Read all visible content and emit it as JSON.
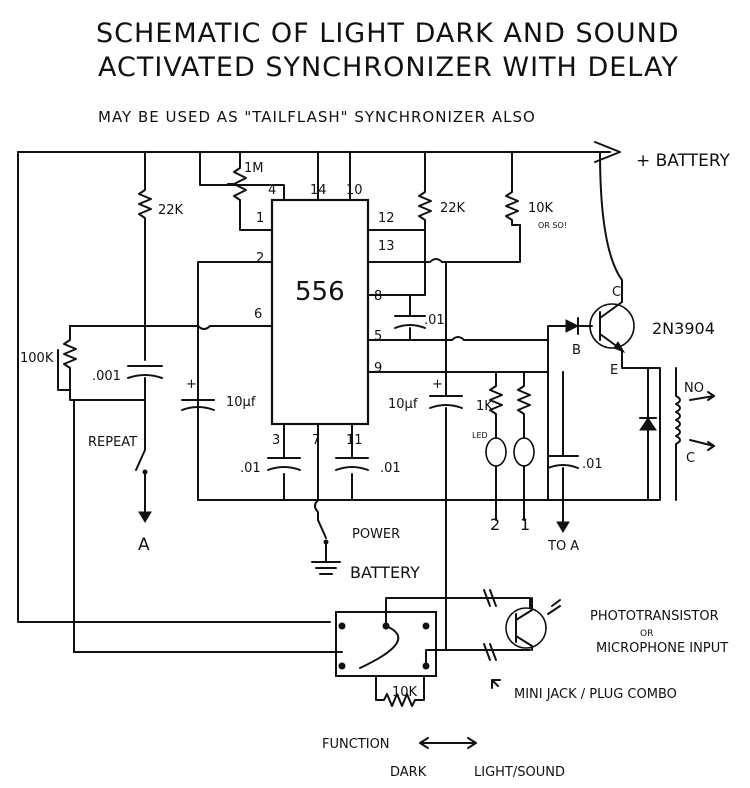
{
  "title": {
    "line1": "SCHEMATIC OF LIGHT DARK AND SOUND",
    "line2": "ACTIVATED SYNCHRONIZER WITH DELAY",
    "subtitle": "MAY BE USED AS \"TAILFLASH\" SYNCHRONIZER ALSO"
  },
  "ic": {
    "name": "556",
    "pins": {
      "p4": "4",
      "p14": "14",
      "p10": "10",
      "p1": "1",
      "p12": "12",
      "p2": "2",
      "p13": "13",
      "p6": "6",
      "p8": "8",
      "p5": "5",
      "p9": "9",
      "p3": "3",
      "p7": "7",
      "p11": "11"
    }
  },
  "components": {
    "r_1m": "1M",
    "r_22k_left": "22K",
    "r_22k_right": "22K",
    "r_10k_top": "10K",
    "r_10k_note": "OR SO!",
    "r_100k": "100K",
    "c_001": ".001",
    "c_10uf_left": "10µf",
    "c_01_mid": ".01",
    "c_10uf_right": "10µf",
    "c_01_pin3": ".01",
    "c_01_pin11": ".01",
    "c_01_right": ".01",
    "r_1k": "1K",
    "led": "LED",
    "r_10k_bottom": "10K",
    "transistor": "2N3904",
    "t_c": "C",
    "t_b": "B",
    "t_e": "E",
    "relay_no": "NO",
    "relay_c": "C",
    "plus_sign": "+"
  },
  "labels": {
    "battery_plus": "+ BATTERY",
    "repeat": "REPEAT",
    "a": "A",
    "power": "POWER",
    "battery_minus": "BATTERY",
    "out2": "2",
    "out1": "1",
    "to_a": "TO A",
    "phototransistor": "PHOTOTRANSISTOR",
    "or": "OR",
    "microphone": "MICROPHONE INPUT",
    "minijack": "MINI JACK / PLUG COMBO",
    "function": "FUNCTION",
    "dark": "DARK",
    "light_sound": "LIGHT/SOUND"
  }
}
